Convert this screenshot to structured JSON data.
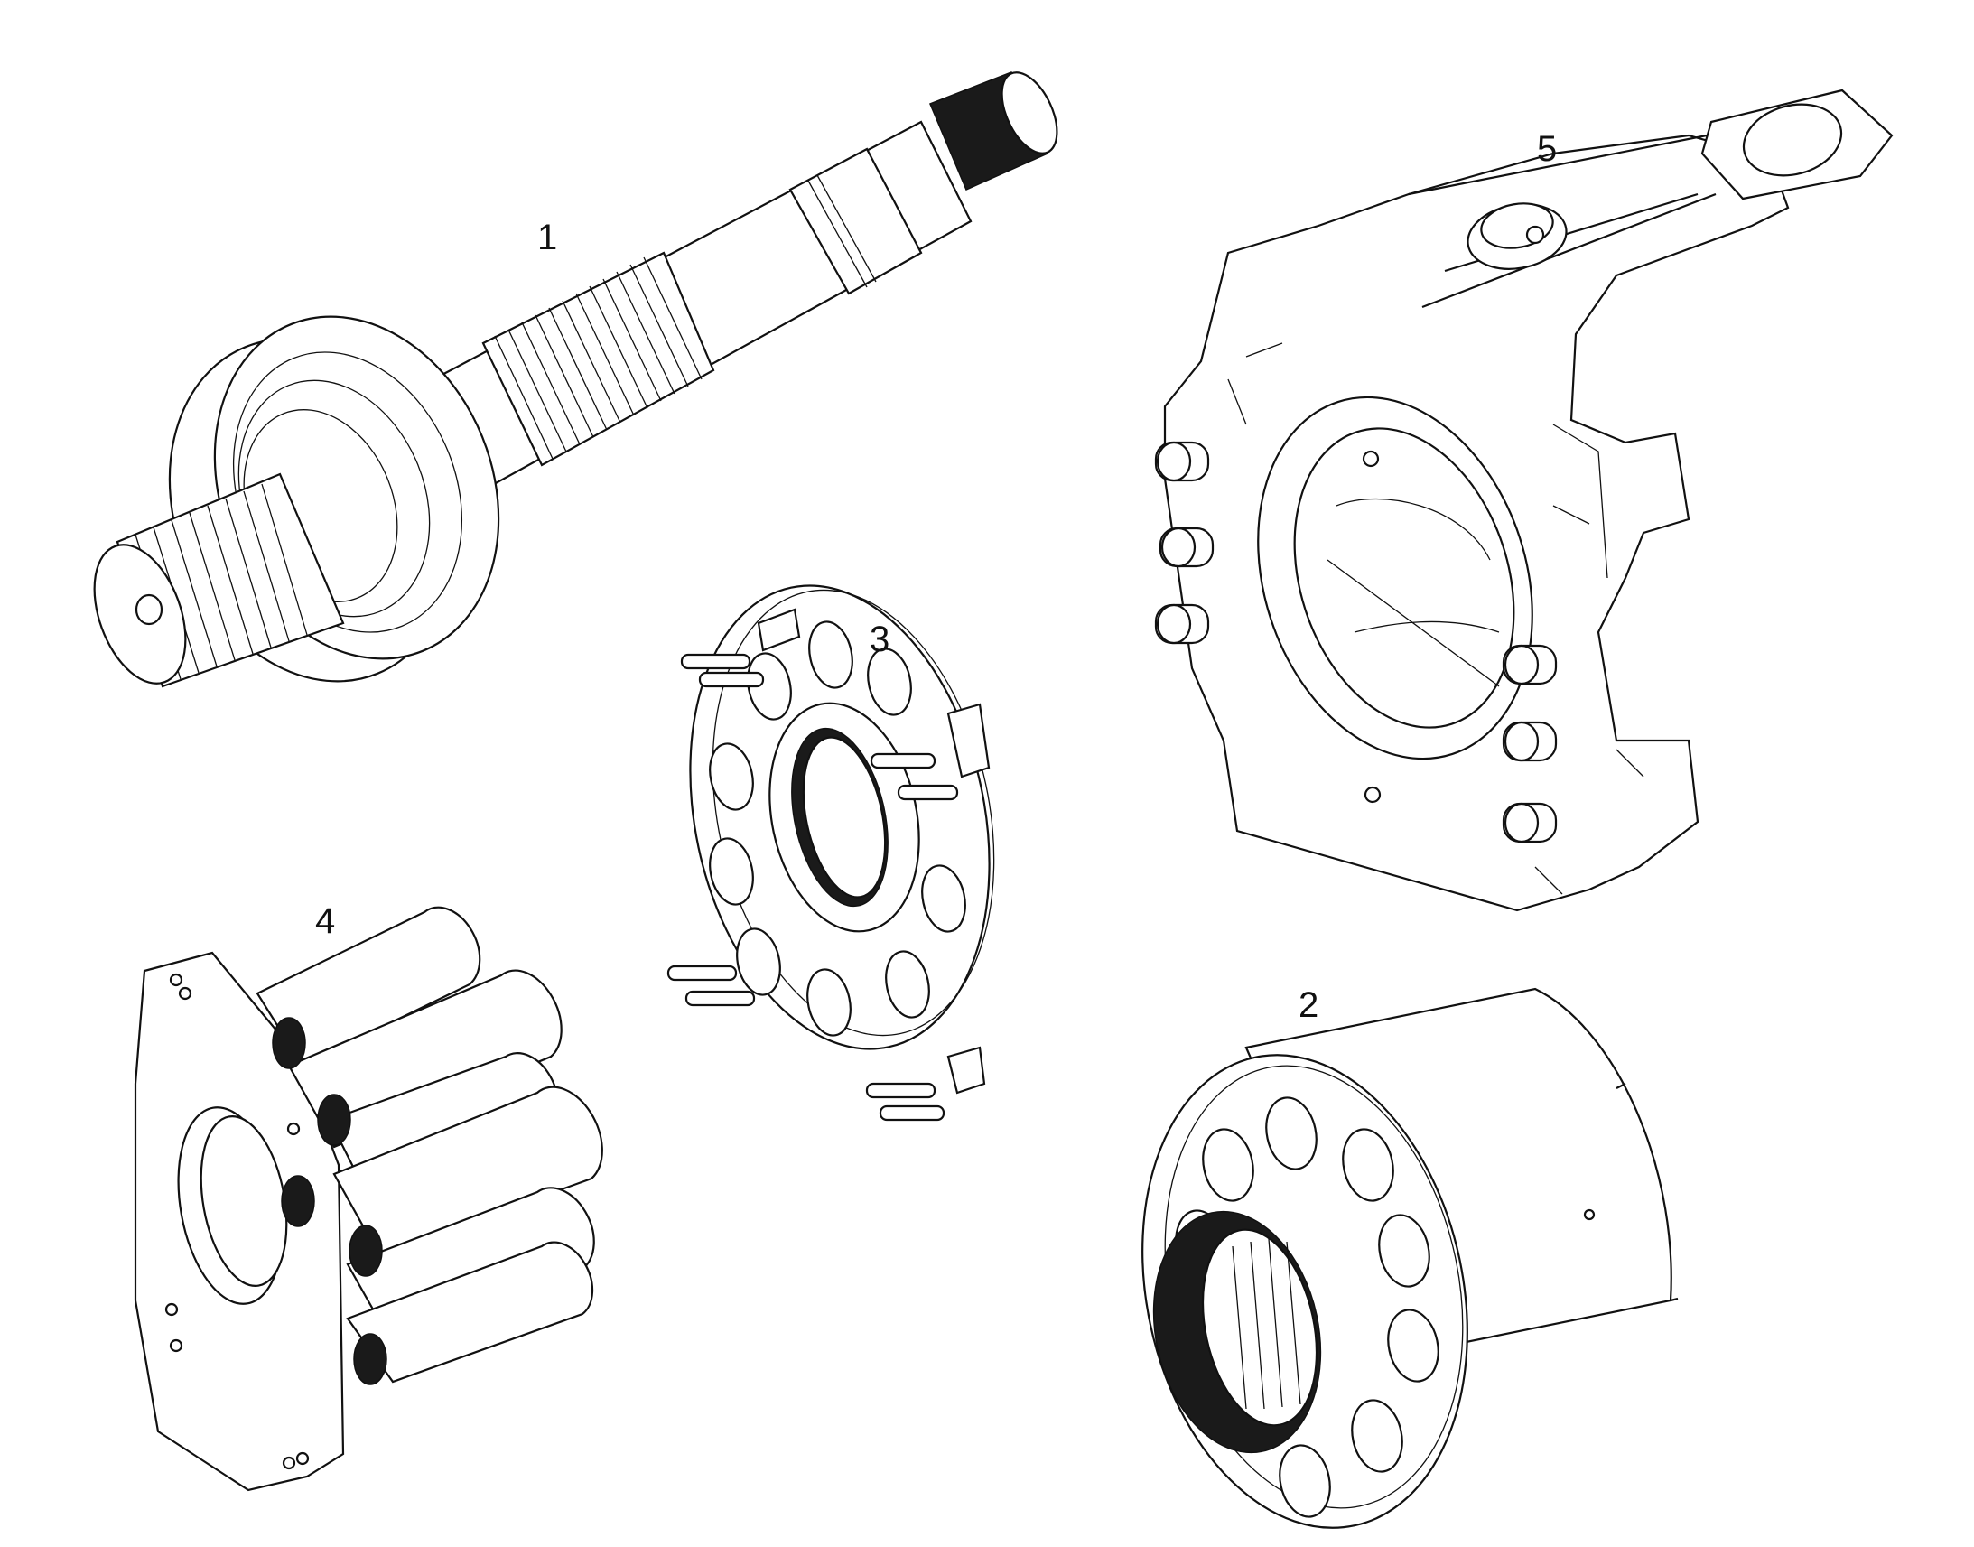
{
  "diagram": {
    "type": "exploded parts illustration",
    "line_color": "#111111",
    "background": "#ffffff",
    "callouts": [
      {
        "label": "1",
        "part": "spline-shaft"
      },
      {
        "label": "2",
        "part": "cylinder-block"
      },
      {
        "label": "3",
        "part": "retainer-plate"
      },
      {
        "label": "4",
        "part": "piston-assembly"
      },
      {
        "label": "5",
        "part": "swashplate-housing"
      }
    ]
  }
}
